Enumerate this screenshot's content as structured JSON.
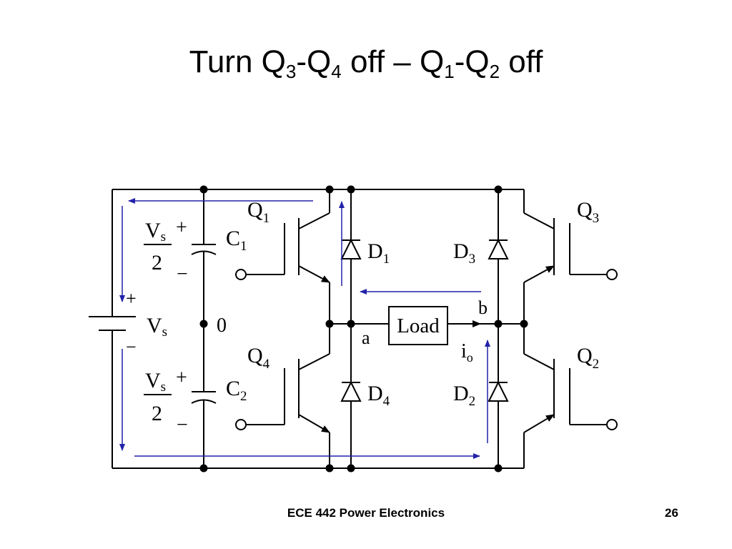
{
  "slide": {
    "title": {
      "p1": "Turn Q",
      "s1": "3",
      "p2": "-Q",
      "s2": "4",
      "p3": " off – Q",
      "s3": "1",
      "p4": "-Q",
      "s4": "2",
      "p5": " off"
    },
    "footer": {
      "course": "ECE 442 Power Electronics",
      "page": "26"
    }
  },
  "diagram": {
    "current_arrow_color": "#2222aa",
    "labels": {
      "q1": "Q",
      "q1_sub": "1",
      "q2": "Q",
      "q2_sub": "2",
      "q3": "Q",
      "q3_sub": "3",
      "q4": "Q",
      "q4_sub": "4",
      "d1": "D",
      "d1_sub": "1",
      "d2": "D",
      "d2_sub": "2",
      "d3": "D",
      "d3_sub": "3",
      "d4": "D",
      "d4_sub": "4",
      "c1": "C",
      "c1_sub": "1",
      "c2": "C",
      "c2_sub": "2",
      "vs_top_num": "V",
      "vs_top_sub": "s",
      "vs_top_den": "2",
      "vs_bot_num": "V",
      "vs_bot_sub": "s",
      "vs_bot_den": "2",
      "vs": "V",
      "vs_sub": "s",
      "plus": "+",
      "minus": "−",
      "zero": "0",
      "node_a": "a",
      "node_b": "b",
      "io": "i",
      "io_sub": "o",
      "load": "Load"
    }
  }
}
